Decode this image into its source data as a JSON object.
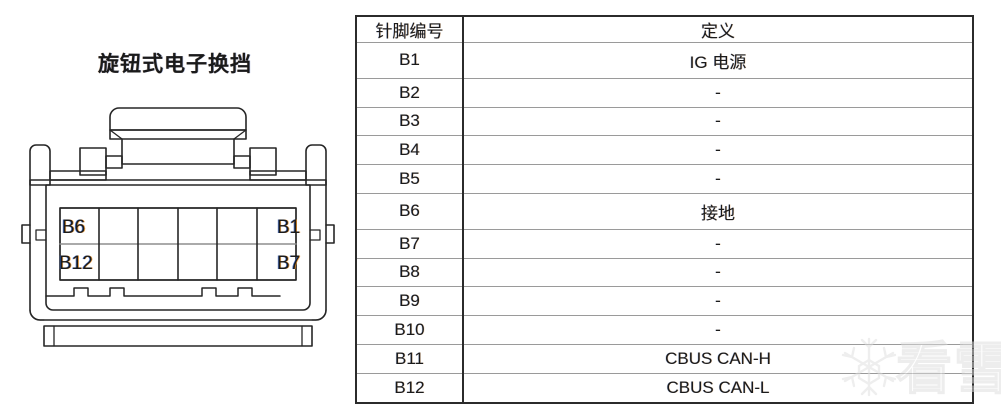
{
  "diagram": {
    "title": "旋钮式电子换挡",
    "connector_name": "connector-12-pin",
    "pin_labels": {
      "top_left": "B6",
      "top_right": "B1",
      "bottom_left": "B12",
      "bottom_right": "B7"
    },
    "grid": {
      "columns": 6,
      "rows": 2
    }
  },
  "table": {
    "headers": [
      "针脚编号",
      "定义"
    ],
    "rows": [
      {
        "pin": "B1",
        "definition": "IG 电源"
      },
      {
        "pin": "B2",
        "definition": "-"
      },
      {
        "pin": "B3",
        "definition": "-"
      },
      {
        "pin": "B4",
        "definition": "-"
      },
      {
        "pin": "B5",
        "definition": "-"
      },
      {
        "pin": "B6",
        "definition": "接地"
      },
      {
        "pin": "B7",
        "definition": "-"
      },
      {
        "pin": "B8",
        "definition": "-"
      },
      {
        "pin": "B9",
        "definition": "-"
      },
      {
        "pin": "B10",
        "definition": "-"
      },
      {
        "pin": "B11",
        "definition": "CBUS CAN-H"
      },
      {
        "pin": "B12",
        "definition": "CBUS CAN-L"
      }
    ]
  },
  "watermark": {
    "text": "看雪",
    "icon": "snowflake-icon"
  },
  "colors": {
    "background": "#ffffff",
    "ink": "#1b1b1b",
    "rule": "#9a9a9a",
    "frame": "#2b2b2b",
    "fringe_warm": "#eb8c1e",
    "fringe_cool": "#2d5fc8"
  }
}
